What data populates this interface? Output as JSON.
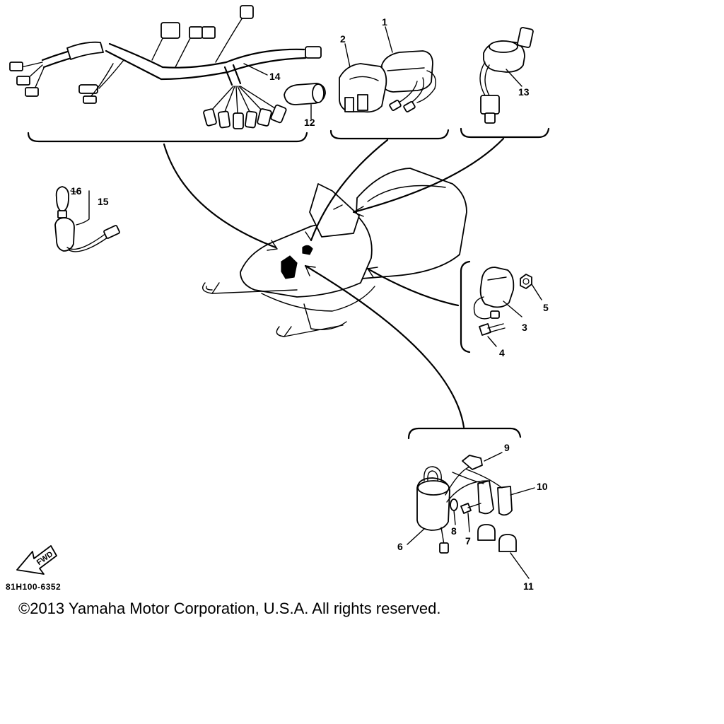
{
  "diagram": {
    "callouts": [
      "1",
      "2",
      "3",
      "4",
      "5",
      "6",
      "7",
      "8",
      "9",
      "10",
      "11",
      "12",
      "13",
      "14",
      "15",
      "16"
    ],
    "part_code": "81H100-6352",
    "fwd_label": "FWD",
    "copyright": "©2013 Yamaha Motor Corporation, U.S.A. All rights reserved."
  }
}
